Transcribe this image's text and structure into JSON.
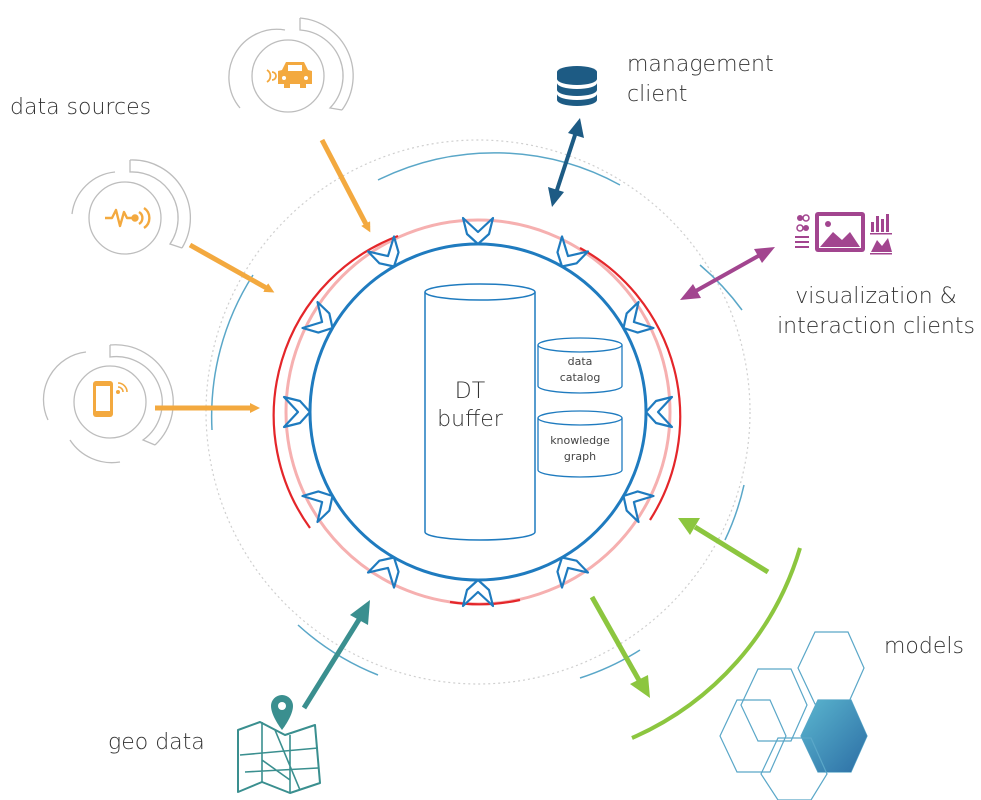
{
  "labels": {
    "data_sources": "data sources",
    "management_client": "management\nclient",
    "visualization_clients": "visualization &\ninteraction clients",
    "models": "models",
    "geo_data": "geo data"
  },
  "core": {
    "buffer": "DT\nbuffer",
    "data_catalog": "data\ncatalog",
    "knowledge_graph": "knowledge\ngraph"
  },
  "colors": {
    "ring_blue": "#1f7bbf",
    "red_arc": "#e4262a",
    "outer_arc": "#5aa7c8",
    "orange": "#f3a93f",
    "navy": "#1d5b84",
    "purple": "#a2458f",
    "green": "#8cc63f",
    "teal": "#3a8f8f"
  },
  "icons": {
    "source_1": "car-icon",
    "source_2": "sensor-signal-icon",
    "source_3": "smartphone-icon",
    "management": "database-icon",
    "visualization": "visualization-dashboard-icon",
    "geo": "map-pin-icon",
    "models": "hexagon-cluster-icon"
  }
}
